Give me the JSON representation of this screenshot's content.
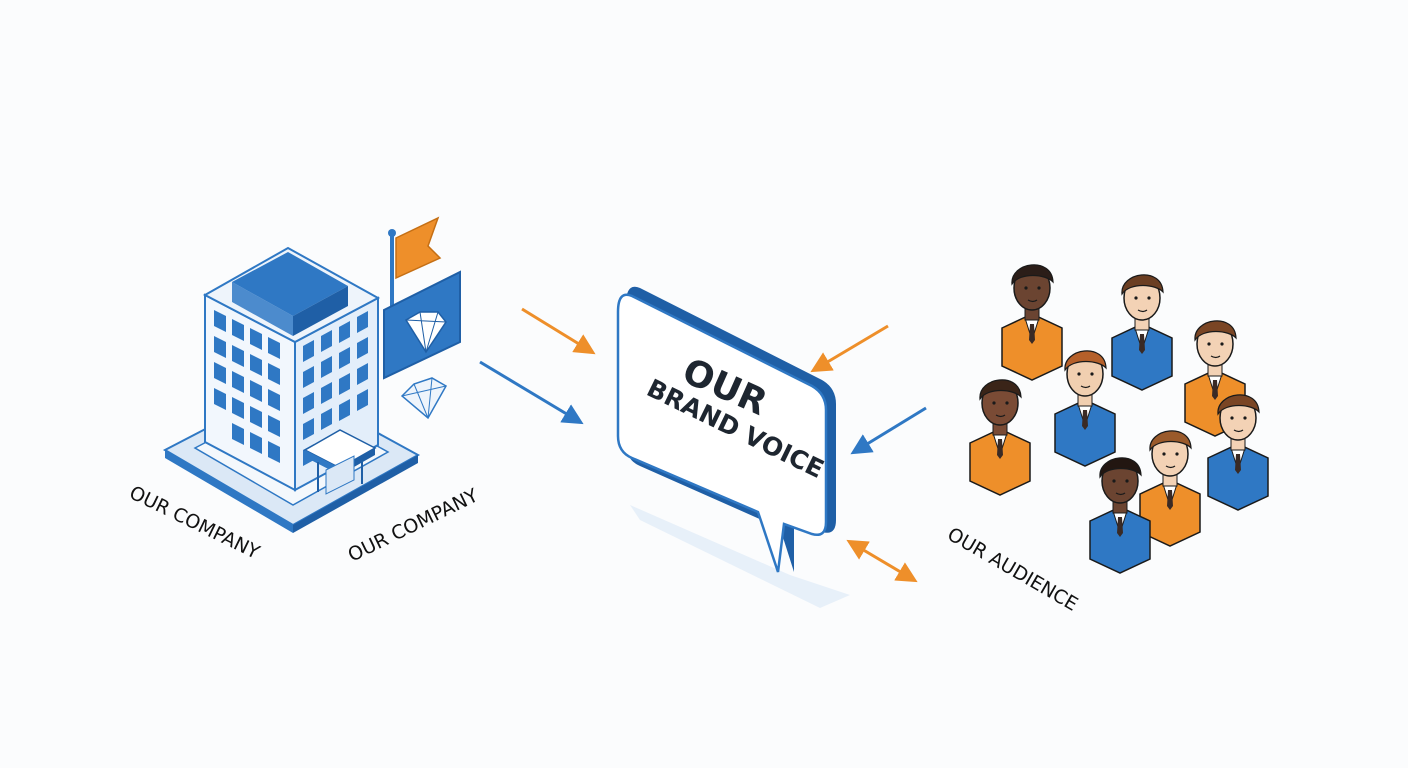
{
  "labels": {
    "company_left": "OUR COMPANY",
    "company_right": "OUR COMPANY",
    "audience": "OUR AUDIENCE"
  },
  "bubble": {
    "line1": "OUR",
    "line2": "BRAND VOICE"
  },
  "colors": {
    "blue": "#2f78c4",
    "blue_dark": "#1f5fa6",
    "blue_light": "#dbe8f6",
    "orange": "#ee8f2a",
    "ink": "#1a1a1a",
    "skin_dark": "#6b4431",
    "skin_light": "#f3d2b5"
  },
  "icons": {
    "flag": "flag-icon",
    "diamond": "diamond-icon",
    "building": "building-icon",
    "person": "person-icon"
  }
}
